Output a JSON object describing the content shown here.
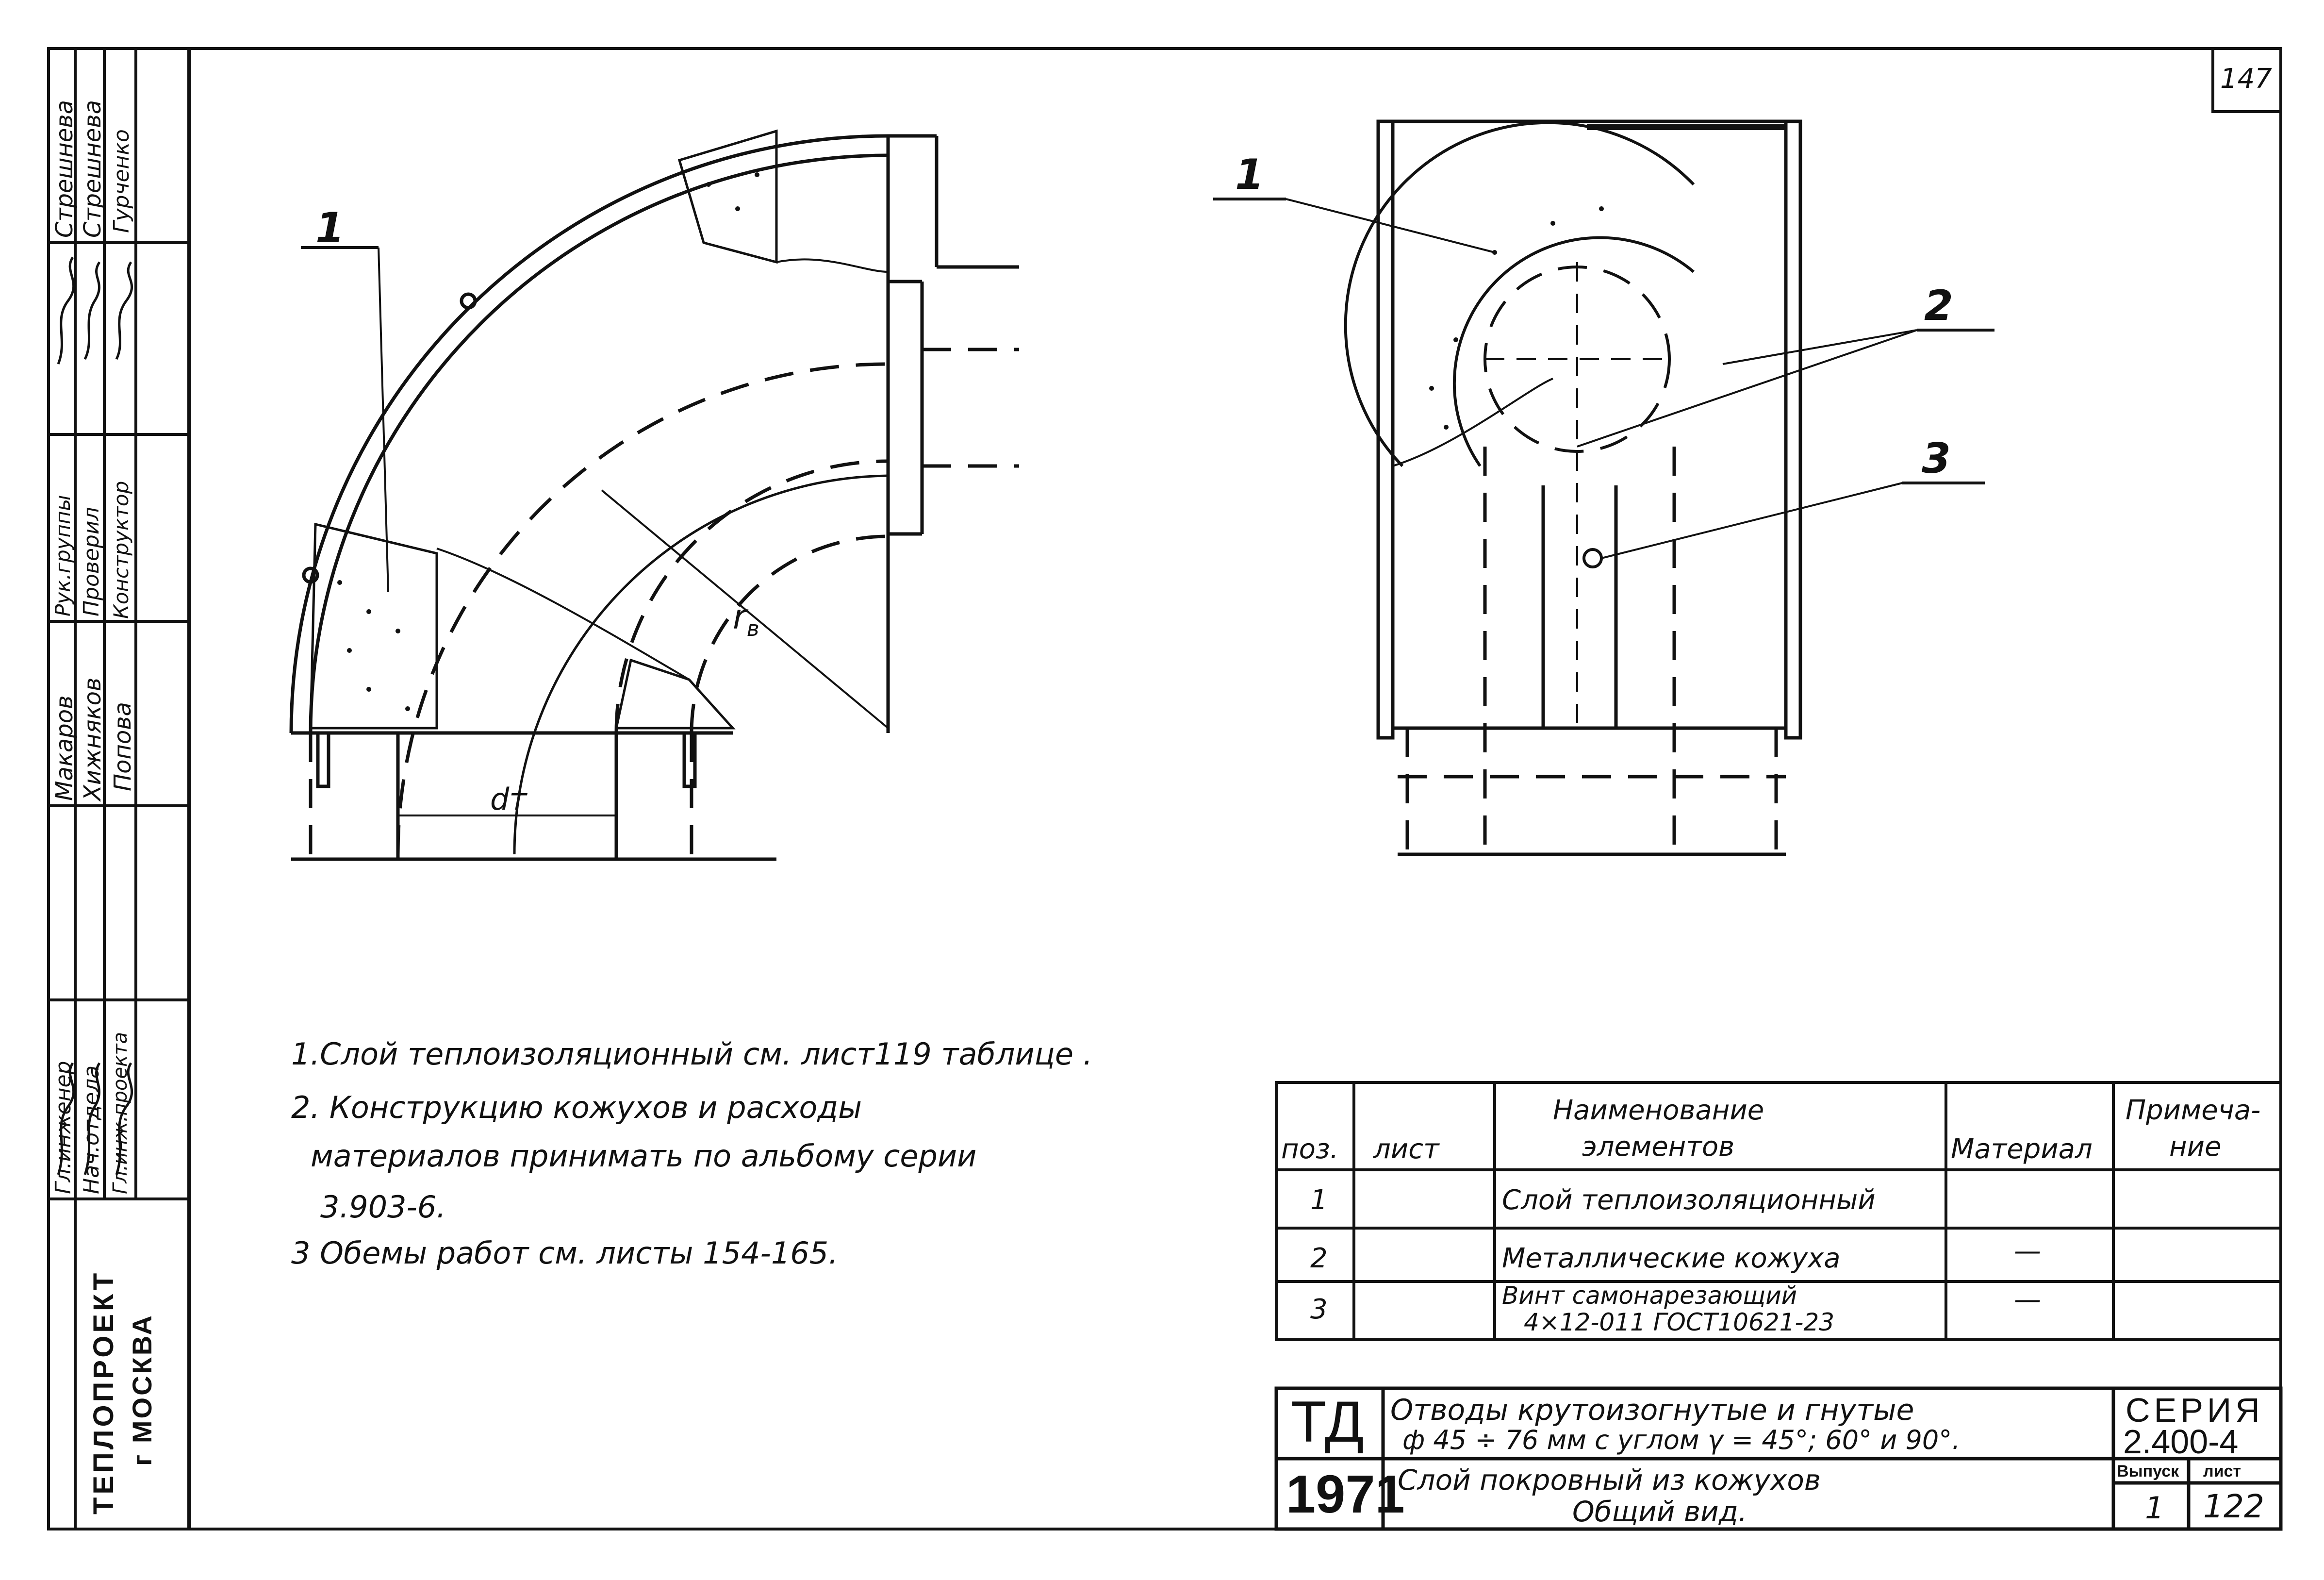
{
  "sheet_no": "147",
  "drawing": {
    "left_callouts": {
      "pos1": "1",
      "radius": "r",
      "radius_sub": "в",
      "diameter": "dт"
    },
    "right_callouts": {
      "pos1": "1",
      "pos2": "2",
      "pos3": "3"
    }
  },
  "notes": [
    "1.Слой теплоизоляционный см. лист119 таблице .",
    "2. Конструкцию кожухов и расходы",
    "материалов принимать по альбому серии",
    "3.903-6.",
    "3 Обемы работ см. листы 154-165."
  ],
  "spec_table": {
    "headers": {
      "pos": "поз.",
      "sheet": "лист",
      "name_l1": "Наименование",
      "name_l2": "элементов",
      "material": "Материал",
      "note_l1": "Примеча-",
      "note_l2": "ние"
    },
    "rows": [
      {
        "pos": "1",
        "name_l1": "Слой теплоизоляционный",
        "name_l2": "",
        "material": ""
      },
      {
        "pos": "2",
        "name_l1": "Металлические кожуха",
        "name_l2": "",
        "material": "—"
      },
      {
        "pos": "3",
        "name_l1": "Винт самонарезающий",
        "name_l2": "4×12-011 ГОСТ10621-23",
        "material": "—"
      }
    ]
  },
  "title_block": {
    "org_code": "ТД",
    "year": "1971",
    "title_l1": "Отводы крутоизогнутые и гнутые",
    "title_l2": "ф 45 ÷ 76 мм с углом γ = 45°; 60° и 90°.",
    "subtitle_l1": "Слой покровный из кожухов",
    "subtitle_l2": "Общий вид.",
    "series_label": "СЕРИЯ",
    "series_no": "2.400-4",
    "issue_label": "Выпуск",
    "sheet_label": "лист",
    "issue_no": "1",
    "sheet_value": "122"
  },
  "side_stamp": {
    "org_l1": "ТЕПЛОПРОЕКТ",
    "org_l2": "г МОСКВА",
    "roles": [
      "Гл.инженер",
      "Нач.отдела",
      "Гл.инж.проекта"
    ],
    "roles2": [
      "Рук.группы",
      "Проверил",
      "Конструктор"
    ],
    "names": [
      "Макаров",
      "Хижняков",
      "Попова"
    ],
    "names2": [
      "Стрешнева",
      "Стрешнева",
      "Гурченко"
    ]
  }
}
